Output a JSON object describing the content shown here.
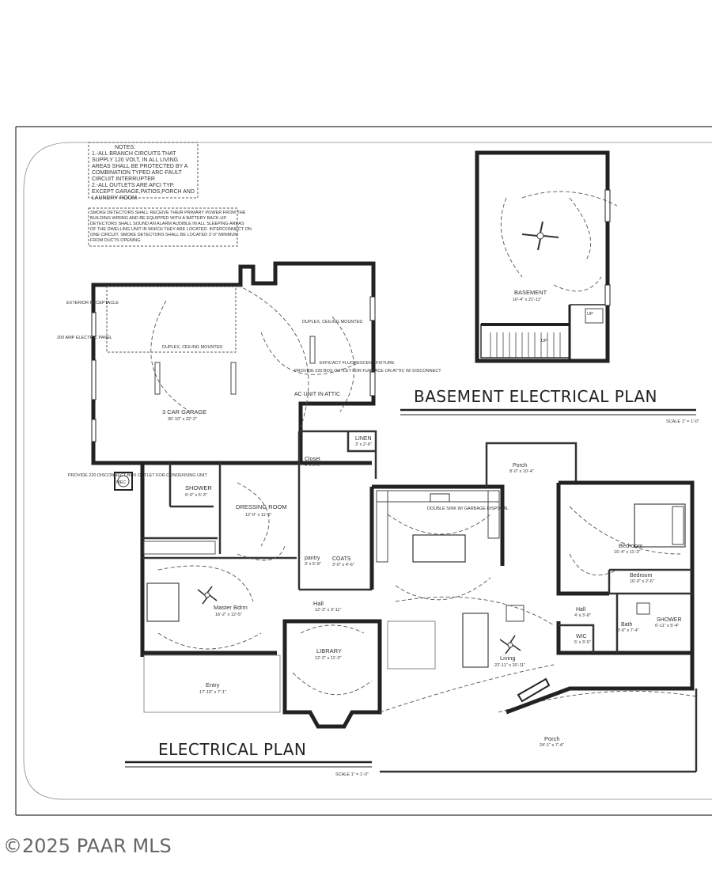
{
  "notes": {
    "heading": "NOTES:",
    "line1": "1.-ALL BRANCH CIRCUITS THAT",
    "line2": "SUPPLY 120 VOLT, IN ALL LIVING",
    "line3": "AREAS SHALL BE PROTECTED BY A",
    "line4": "COMBINATION TYPED ARC-FAULT",
    "line5": "CIRCUIT INTERRUPTER",
    "line6": "2.-ALL OUTLETS ARE AFCI TYP.",
    "line7": "EXCEPT GARAGE,PATIOS,PORCH AND",
    "line8": "LAUNDRY ROOM."
  },
  "smoke_note": {
    "line1": "SMOKE DETECTORS SHALL RECEIVE THEIR PRIMARY POWER FROM THE",
    "line2": "BUILDING WIRING AND BE EQUIPPED WITH A BATTERY BACK-UP.",
    "line3": "DETECTORS SHALL SOUND AN ALARM AUDIBLE IN ALL SLEEPING AREAS",
    "line4": "OF THE DWELLING UNIT IN WHICH THEY ARE LOCATED. INTERCONNECT ON",
    "line5": "ONE CIRCUIT. SMOKE DETECTORS SHALL BE LOCATED 3'-0\" MINIMUM",
    "line6": "FROM DUCTS OPENING"
  },
  "titles": {
    "basement_plan": "BASEMENT ELECTRICAL PLAN",
    "electrical_plan": "ELECTRICAL PLAN",
    "scale_basement": "SCALE 1\" = 1'-0\"",
    "scale_main": "SCALE 1\" = 1'-0\""
  },
  "rooms": {
    "basement": {
      "name": "BASEMENT",
      "dims": "16'-4\" x 21'-11\""
    },
    "garage": {
      "name": "3 CAR GARAGE",
      "dims": "30'-10\" x 22'-2\""
    },
    "dressing": {
      "name": "DRESSING ROOM",
      "dims": "12'-0\" x 11'-6\""
    },
    "shower_master": {
      "name": "SHOWER",
      "dims": "6'-0\" x 5'-3\""
    },
    "master": {
      "name": "Master Bdrm",
      "dims": "16'-2\" x 12'-5\""
    },
    "entry": {
      "name": "Entry",
      "dims": "17'-10\" x 7'-1\""
    },
    "library": {
      "name": "LIBRARY",
      "dims": "12'-2\" x 11'-3\""
    },
    "hall_main": {
      "name": "Hall",
      "dims": "12'-3\" x 3'-11\""
    },
    "closet": {
      "name": "Closet",
      "dims": "4' x 5'-5\""
    },
    "linen": {
      "name": "LINEN",
      "dims": "3' x 2'-6\""
    },
    "pantry": {
      "name": "pantry",
      "dims": "3' x 5'-8\""
    },
    "coats": {
      "name": "COATS",
      "dims": "3'-0\" x 4'-6\""
    },
    "living": {
      "name": "Living",
      "dims": "22'-11\" x 20'-11\""
    },
    "porch_front": {
      "name": "Porch",
      "dims": "24'-1\" x 7'-4\""
    },
    "porch_back": {
      "name": "Porch",
      "dims": "8'-0\" x 10'-4\""
    },
    "bedroom1": {
      "name": "Bedroom",
      "dims": "16'-4\" x 11'-3\""
    },
    "bedroom2": {
      "name": "Bedroom",
      "dims": "10'-0\" x 2'-6\""
    },
    "hall_bed": {
      "name": "Hall",
      "dims": "4' x 3'-8\""
    },
    "bath": {
      "name": "Bath",
      "dims": "8'-6\" x 7'-4\""
    },
    "wic": {
      "name": "WIC",
      "dims": "5' x 3'-5\""
    },
    "shower_bed": {
      "name": "SHOWER",
      "dims": "6'-11\" x 5'-4\""
    }
  },
  "annotations": {
    "ac_unit": "AC UNIT IN ATTIC",
    "duplex_ceiling_1": "DUPLEX, CEILING MOUNTED",
    "duplex_ceiling_2": "DUPLEX, CEILING MOUNTED",
    "fluorescent": "EFFICACY FLUORESCENT FIXTURE",
    "box_outlet": "PROVIDE 220 BOX OUTLET FOR FURNACE ON ATTIC W/ DISCONNECT",
    "mec": "MEC",
    "mec_note": "PROVIDE 220 DISCONNECT BOX OUTLET FOR CONDENSING UNIT",
    "panel": "200 AMP ELECTRIC PANEL",
    "receptacle": "EXTERIOR RECEPTACLE",
    "double_sink": "DOUBLE SINK W/ GARBAGE DISPOSAL",
    "up": "UP",
    "dn": "UP"
  },
  "watermark": "©2025 PAAR MLS"
}
